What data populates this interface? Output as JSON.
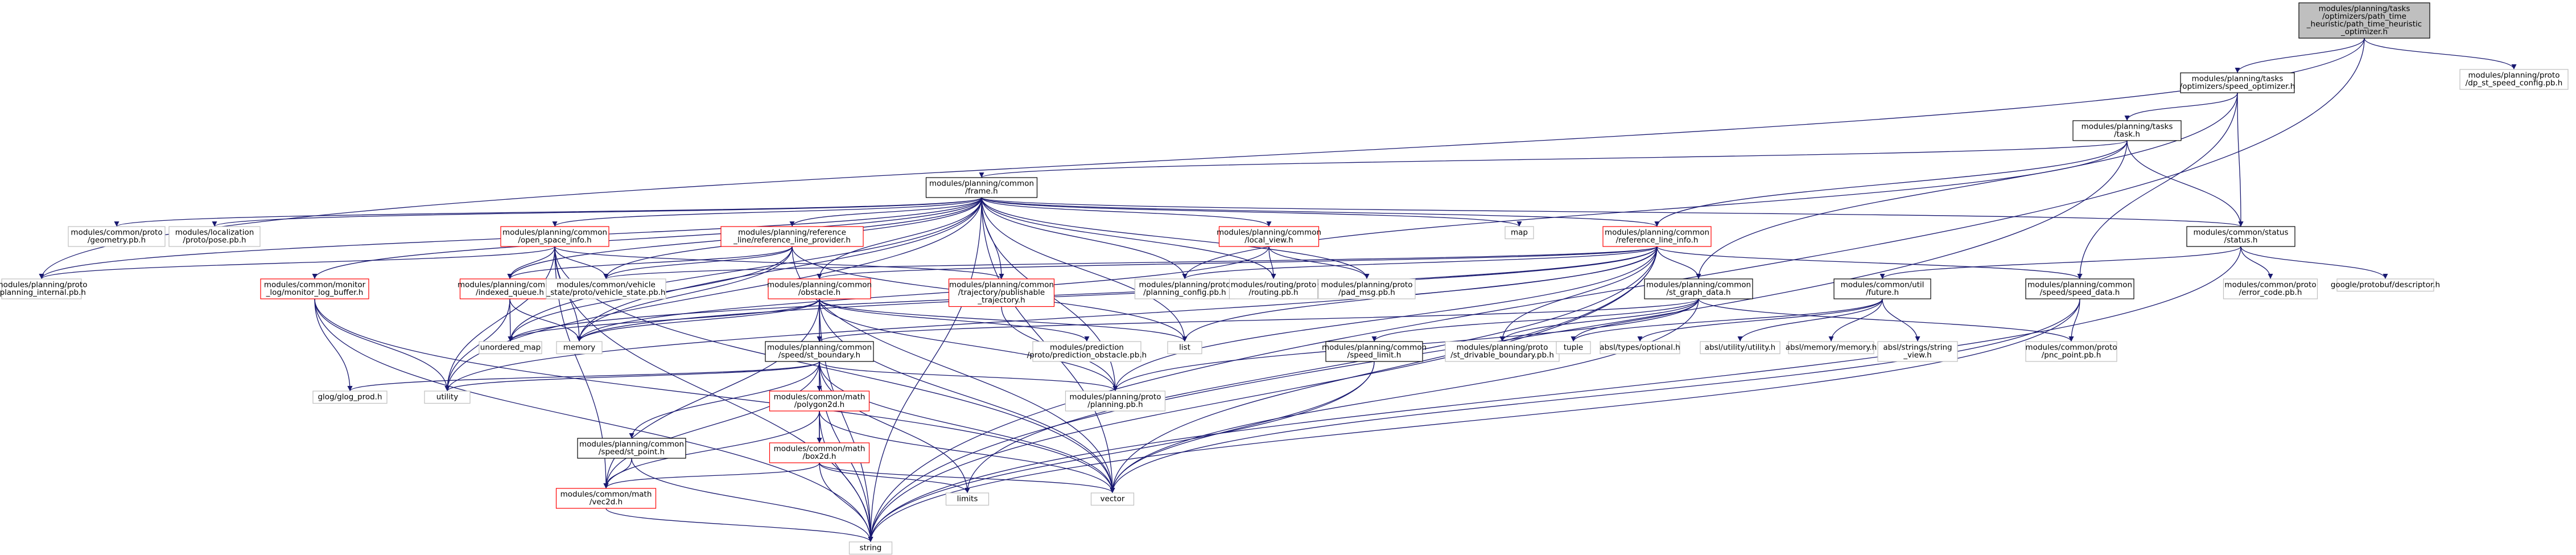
{
  "colors": {
    "background": "#ffffff",
    "edge": "#191970",
    "root_fill": "#bfbfbf",
    "node_border_default": "#bfbfbf",
    "node_border_link": "#000000",
    "node_border_incomplete": "#ff0000"
  },
  "nodes": [
    {
      "id": "root",
      "lines": [
        "modules/planning/tasks",
        "/optimizers/path_time",
        "_heuristic/path_time_heuristic",
        "_optimizer.h"
      ],
      "style": "root"
    },
    {
      "id": "st_speed_config",
      "lines": [
        "modules/planning/proto",
        "/dp_st_speed_config.pb.h"
      ],
      "style": "plain"
    },
    {
      "id": "speed_optimizer",
      "lines": [
        "modules/planning/tasks",
        "/optimizers/speed_optimizer.h"
      ],
      "style": "link"
    },
    {
      "id": "task",
      "lines": [
        "modules/planning/tasks",
        "/task.h"
      ],
      "style": "link"
    },
    {
      "id": "frame",
      "lines": [
        "modules/planning/common",
        "/frame.h"
      ],
      "style": "link"
    },
    {
      "id": "geometry_pb",
      "lines": [
        "modules/common/proto",
        "/geometry.pb.h"
      ],
      "style": "plain"
    },
    {
      "id": "pose_pb",
      "lines": [
        "modules/localization",
        "/proto/pose.pb.h"
      ],
      "style": "plain"
    },
    {
      "id": "open_space_info",
      "lines": [
        "modules/planning/common",
        "/open_space_info.h"
      ],
      "style": "incomplete"
    },
    {
      "id": "ref_line_provider",
      "lines": [
        "modules/planning/reference",
        "_line/reference_line_provider.h"
      ],
      "style": "incomplete"
    },
    {
      "id": "local_view",
      "lines": [
        "modules/planning/common",
        "/local_view.h"
      ],
      "style": "incomplete"
    },
    {
      "id": "map",
      "lines": [
        "map"
      ],
      "style": "plain"
    },
    {
      "id": "ref_line_info",
      "lines": [
        "modules/planning/common",
        "/reference_line_info.h"
      ],
      "style": "incomplete"
    },
    {
      "id": "status",
      "lines": [
        "modules/common/status",
        "/status.h"
      ],
      "style": "link"
    },
    {
      "id": "planning_internal_pb",
      "lines": [
        "modules/planning/proto",
        "/planning_internal.pb.h"
      ],
      "style": "plain"
    },
    {
      "id": "monitor_log_buffer",
      "lines": [
        "modules/common/monitor",
        "_log/monitor_log_buffer.h"
      ],
      "style": "incomplete"
    },
    {
      "id": "indexed_queue",
      "lines": [
        "modules/planning/common",
        "/indexed_queue.h"
      ],
      "style": "incomplete"
    },
    {
      "id": "vehicle_state_pb",
      "lines": [
        "modules/common/vehicle",
        "_state/proto/vehicle_state.pb.h"
      ],
      "style": "plain"
    },
    {
      "id": "obstacle",
      "lines": [
        "modules/planning/common",
        "/obstacle.h"
      ],
      "style": "incomplete"
    },
    {
      "id": "publishable_traj",
      "lines": [
        "modules/planning/common",
        "/trajectory/publishable",
        "_trajectory.h"
      ],
      "style": "incomplete"
    },
    {
      "id": "planning_config_pb",
      "lines": [
        "modules/planning/proto",
        "/planning_config.pb.h"
      ],
      "style": "plain"
    },
    {
      "id": "routing_pb",
      "lines": [
        "modules/routing/proto",
        "/routing.pb.h"
      ],
      "style": "plain"
    },
    {
      "id": "pad_msg_pb",
      "lines": [
        "modules/planning/proto",
        "/pad_msg.pb.h"
      ],
      "style": "plain"
    },
    {
      "id": "st_graph_data",
      "lines": [
        "modules/planning/common",
        "/st_graph_data.h"
      ],
      "style": "link"
    },
    {
      "id": "future",
      "lines": [
        "modules/common/util",
        "/future.h"
      ],
      "style": "link"
    },
    {
      "id": "speed_data",
      "lines": [
        "modules/planning/common",
        "/speed/speed_data.h"
      ],
      "style": "link"
    },
    {
      "id": "error_code_pb",
      "lines": [
        "modules/common/proto",
        "/error_code.pb.h"
      ],
      "style": "plain"
    },
    {
      "id": "descriptor",
      "lines": [
        "google/protobuf/descriptor.h"
      ],
      "style": "plain"
    },
    {
      "id": "unordered_map",
      "lines": [
        "unordered_map"
      ],
      "style": "plain"
    },
    {
      "id": "memory",
      "lines": [
        "memory"
      ],
      "style": "plain"
    },
    {
      "id": "st_boundary",
      "lines": [
        "modules/planning/common",
        "/speed/st_boundary.h"
      ],
      "style": "link"
    },
    {
      "id": "prediction_obstacle_pb",
      "lines": [
        "modules/prediction",
        "/proto/prediction_obstacle.pb.h"
      ],
      "style": "plain"
    },
    {
      "id": "list",
      "lines": [
        "list"
      ],
      "style": "plain"
    },
    {
      "id": "speed_limit",
      "lines": [
        "modules/planning/common",
        "/speed_limit.h"
      ],
      "style": "link"
    },
    {
      "id": "st_drivable_boundary_pb",
      "lines": [
        "modules/planning/proto",
        "/st_drivable_boundary.pb.h"
      ],
      "style": "plain"
    },
    {
      "id": "tuple",
      "lines": [
        "tuple"
      ],
      "style": "plain"
    },
    {
      "id": "absl_optional",
      "lines": [
        "absl/types/optional.h"
      ],
      "style": "plain"
    },
    {
      "id": "absl_utility",
      "lines": [
        "absl/utility/utility.h"
      ],
      "style": "plain"
    },
    {
      "id": "absl_memory",
      "lines": [
        "absl/memory/memory.h"
      ],
      "style": "plain"
    },
    {
      "id": "absl_string_view",
      "lines": [
        "absl/strings/string",
        "_view.h"
      ],
      "style": "plain"
    },
    {
      "id": "pnc_point_pb",
      "lines": [
        "modules/common/proto",
        "/pnc_point.pb.h"
      ],
      "style": "plain"
    },
    {
      "id": "glog",
      "lines": [
        "glog/glog_prod.h"
      ],
      "style": "plain"
    },
    {
      "id": "utility",
      "lines": [
        "utility"
      ],
      "style": "plain"
    },
    {
      "id": "polygon2d",
      "lines": [
        "modules/common/math",
        "/polygon2d.h"
      ],
      "style": "incomplete"
    },
    {
      "id": "planning_pb",
      "lines": [
        "modules/planning/proto",
        "/planning.pb.h"
      ],
      "style": "plain"
    },
    {
      "id": "speed_point",
      "lines": [
        "modules/planning/common",
        "/speed/st_point.h"
      ],
      "style": "link"
    },
    {
      "id": "box2d",
      "lines": [
        "modules/common/math",
        "/box2d.h"
      ],
      "style": "incomplete"
    },
    {
      "id": "vec2d",
      "lines": [
        "modules/common/math",
        "/vec2d.h"
      ],
      "style": "incomplete"
    },
    {
      "id": "limits",
      "lines": [
        "limits"
      ],
      "style": "plain"
    },
    {
      "id": "vector",
      "lines": [
        "vector"
      ],
      "style": "plain"
    },
    {
      "id": "string",
      "lines": [
        "string"
      ],
      "style": "plain"
    }
  ],
  "edges": [
    [
      "root",
      "st_speed_config"
    ],
    [
      "root",
      "speed_optimizer"
    ],
    [
      "root",
      "planning_internal_pb"
    ],
    [
      "root",
      "string"
    ],
    [
      "speed_optimizer",
      "task"
    ],
    [
      "speed_optimizer",
      "st_graph_data"
    ],
    [
      "speed_optimizer",
      "speed_data"
    ],
    [
      "speed_optimizer",
      "status"
    ],
    [
      "task",
      "frame"
    ],
    [
      "task",
      "ref_line_info"
    ],
    [
      "task",
      "status"
    ],
    [
      "task",
      "planning_config_pb"
    ],
    [
      "task",
      "string"
    ],
    [
      "frame",
      "geometry_pb"
    ],
    [
      "frame",
      "pose_pb"
    ],
    [
      "frame",
      "open_space_info"
    ],
    [
      "frame",
      "ref_line_provider"
    ],
    [
      "frame",
      "local_view"
    ],
    [
      "frame",
      "map"
    ],
    [
      "frame",
      "ref_line_info"
    ],
    [
      "frame",
      "status"
    ],
    [
      "frame",
      "planning_internal_pb"
    ],
    [
      "frame",
      "monitor_log_buffer"
    ],
    [
      "frame",
      "indexed_queue"
    ],
    [
      "frame",
      "vehicle_state_pb"
    ],
    [
      "frame",
      "obstacle"
    ],
    [
      "frame",
      "publishable_traj"
    ],
    [
      "frame",
      "planning_config_pb"
    ],
    [
      "frame",
      "routing_pb"
    ],
    [
      "frame",
      "pad_msg_pb"
    ],
    [
      "frame",
      "list"
    ],
    [
      "frame",
      "memory"
    ],
    [
      "frame",
      "utility"
    ],
    [
      "frame",
      "unordered_map"
    ],
    [
      "frame",
      "vector"
    ],
    [
      "frame",
      "string"
    ],
    [
      "frame",
      "planning_pb"
    ],
    [
      "open_space_info",
      "indexed_queue"
    ],
    [
      "open_space_info",
      "vehicle_state_pb"
    ],
    [
      "open_space_info",
      "memory"
    ],
    [
      "open_space_info",
      "utility"
    ],
    [
      "open_space_info",
      "vector"
    ],
    [
      "open_space_info",
      "string"
    ],
    [
      "open_space_info",
      "planning_internal_pb"
    ],
    [
      "open_space_info",
      "publishable_traj"
    ],
    [
      "open_space_info",
      "vec2d"
    ],
    [
      "ref_line_provider",
      "indexed_queue"
    ],
    [
      "ref_line_provider",
      "vehicle_state_pb"
    ],
    [
      "ref_line_provider",
      "memory"
    ],
    [
      "ref_line_provider",
      "list"
    ],
    [
      "ref_line_provider",
      "unordered_map"
    ],
    [
      "ref_line_provider",
      "vector"
    ],
    [
      "local_view",
      "routing_pb"
    ],
    [
      "local_view",
      "pad_msg_pb"
    ],
    [
      "local_view",
      "memory"
    ],
    [
      "ref_line_info",
      "st_graph_data"
    ],
    [
      "ref_line_info",
      "speed_data"
    ],
    [
      "ref_line_info",
      "obstacle"
    ],
    [
      "ref_line_info",
      "planning_config_pb"
    ],
    [
      "ref_line_info",
      "vehicle_state_pb"
    ],
    [
      "ref_line_info",
      "memory"
    ],
    [
      "ref_line_info",
      "list"
    ],
    [
      "ref_line_info",
      "limits"
    ],
    [
      "ref_line_info",
      "string"
    ],
    [
      "ref_line_info",
      "unordered_map"
    ],
    [
      "ref_line_info",
      "utility"
    ],
    [
      "ref_line_info",
      "vector"
    ],
    [
      "ref_line_info",
      "st_drivable_boundary_pb"
    ],
    [
      "ref_line_info",
      "planning_pb"
    ],
    [
      "status",
      "error_code_pb"
    ],
    [
      "status",
      "descriptor"
    ],
    [
      "status",
      "future"
    ],
    [
      "status",
      "string"
    ],
    [
      "monitor_log_buffer",
      "glog"
    ],
    [
      "monitor_log_buffer",
      "utility"
    ],
    [
      "monitor_log_buffer",
      "string"
    ],
    [
      "monitor_log_buffer",
      "vector"
    ],
    [
      "indexed_queue",
      "memory"
    ],
    [
      "indexed_queue",
      "unordered_map"
    ],
    [
      "indexed_queue",
      "utility"
    ],
    [
      "obstacle",
      "st_boundary"
    ],
    [
      "obstacle",
      "prediction_obstacle_pb"
    ],
    [
      "obstacle",
      "list"
    ],
    [
      "obstacle",
      "memory"
    ],
    [
      "obstacle",
      "unordered_map"
    ],
    [
      "obstacle",
      "vector"
    ],
    [
      "obstacle",
      "string"
    ],
    [
      "obstacle",
      "box2d"
    ],
    [
      "obstacle",
      "vec2d"
    ],
    [
      "obstacle",
      "planning_pb"
    ],
    [
      "publishable_traj",
      "planning_pb"
    ],
    [
      "st_graph_data",
      "st_boundary"
    ],
    [
      "st_graph_data",
      "speed_limit"
    ],
    [
      "st_graph_data",
      "st_drivable_boundary_pb"
    ],
    [
      "st_graph_data",
      "tuple"
    ],
    [
      "st_graph_data",
      "vector"
    ],
    [
      "st_graph_data",
      "pnc_point_pb"
    ],
    [
      "st_graph_data",
      "planning_pb"
    ],
    [
      "future",
      "absl_optional"
    ],
    [
      "future",
      "absl_utility"
    ],
    [
      "future",
      "absl_memory"
    ],
    [
      "future",
      "absl_string_view"
    ],
    [
      "future",
      "tuple"
    ],
    [
      "speed_data",
      "pnc_point_pb"
    ],
    [
      "speed_data",
      "string"
    ],
    [
      "speed_data",
      "vector"
    ],
    [
      "st_boundary",
      "glog"
    ],
    [
      "st_boundary",
      "utility"
    ],
    [
      "st_boundary",
      "polygon2d"
    ],
    [
      "st_boundary",
      "speed_point"
    ],
    [
      "st_boundary",
      "limits"
    ],
    [
      "st_boundary",
      "string"
    ],
    [
      "st_boundary",
      "vector"
    ],
    [
      "st_boundary",
      "box2d"
    ],
    [
      "st_boundary",
      "vec2d"
    ],
    [
      "st_boundary",
      "planning_pb"
    ],
    [
      "speed_limit",
      "vector"
    ],
    [
      "speed_limit",
      "string"
    ],
    [
      "polygon2d",
      "box2d"
    ],
    [
      "polygon2d",
      "vec2d"
    ],
    [
      "polygon2d",
      "vector"
    ],
    [
      "polygon2d",
      "string"
    ],
    [
      "speed_point",
      "vec2d"
    ],
    [
      "speed_point",
      "string"
    ],
    [
      "box2d",
      "vec2d"
    ],
    [
      "box2d",
      "limits"
    ],
    [
      "box2d",
      "string"
    ],
    [
      "box2d",
      "vector"
    ],
    [
      "vec2d",
      "string"
    ]
  ]
}
